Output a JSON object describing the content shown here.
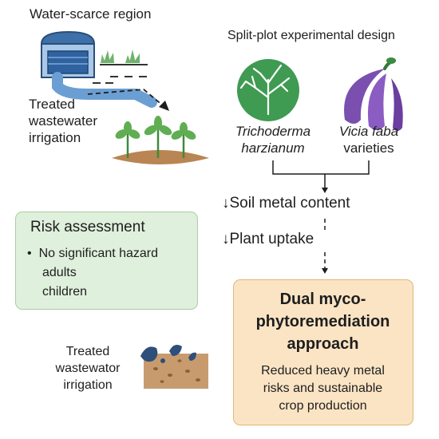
{
  "region_label": "Water-scarce region",
  "irrigation_label_top": [
    "Treated",
    "wastewater",
    "irrigation"
  ],
  "design_title": "Split-plot experimental design",
  "factor_1": [
    "Trichoderma",
    "harzianum"
  ],
  "factor_2": [
    "Vicia faba",
    "varieties"
  ],
  "effects": [
    "↓Soil metal content",
    "↓Plant uptake"
  ],
  "risk": {
    "title": "Risk assessment",
    "bullet": "No significant hazard",
    "groups": [
      "adults",
      "children"
    ]
  },
  "irrigation_label_bottom": [
    "Treated",
    "wastewator",
    "irrigation"
  ],
  "approach": {
    "title": [
      "Dual myco-",
      "phytoremediation",
      "approach"
    ],
    "summary": [
      "Reduced heavy metal",
      "risks and sustainable",
      "crop production"
    ]
  },
  "colors": {
    "risk_fill": "#dff0dc",
    "risk_border": "#a9cfa3",
    "approach_fill": "#fbe4c4",
    "approach_border": "#e0b77a",
    "water": "#6b9fd3",
    "fungus": "#3f9a52",
    "bean_pod": "#7a4fb0",
    "soil": "#c89b6e"
  }
}
